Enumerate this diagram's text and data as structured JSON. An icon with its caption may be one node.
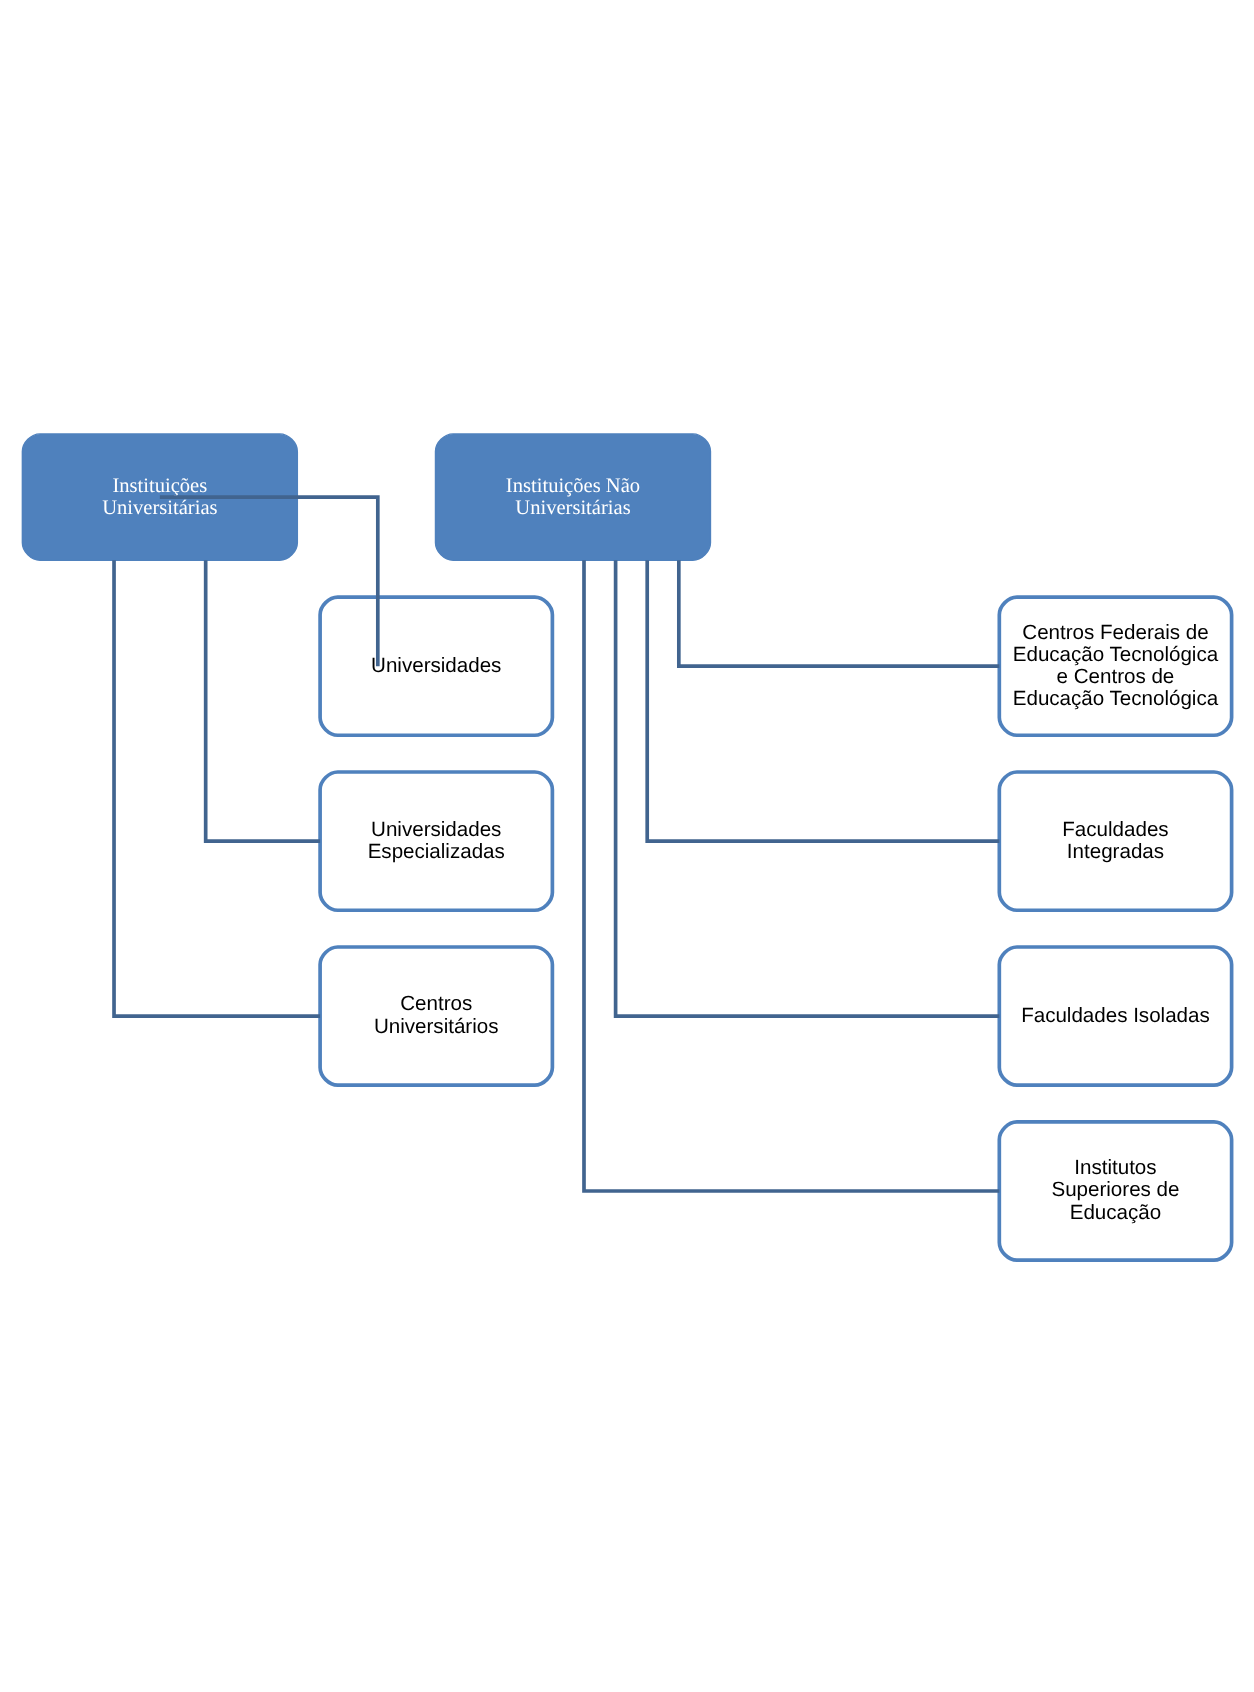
{
  "diagram": {
    "nodes": [
      {
        "text": [
          "Instituições Universitárias"
        ]
      },
      {
        "text": [
          "Universidades"
        ]
      },
      {
        "text": [
          "Universidades Especializadas"
        ]
      },
      {
        "text": [
          "Centros Universitários"
        ]
      },
      {
        "text": [
          "Instituições Não Universitárias"
        ]
      },
      {
        "text": [
          "Centros Federais de Educação Tecnológica e Centros de Educação Tecnológica"
        ]
      },
      {
        "text": [
          "Faculdades Integradas"
        ]
      },
      {
        "text": [
          "Faculdades Isoladas"
        ]
      },
      {
        "text": [
          "Institutos Superiores de Educação"
        ]
      }
    ],
    "edges": [
      {
        "from": 0,
        "to": 1,
        "arrow": "none"
      },
      {
        "from": 0,
        "to": 2,
        "arrow": "none"
      },
      {
        "from": 0,
        "to": 3,
        "arrow": "none"
      },
      {
        "from": 4,
        "to": 5,
        "arrow": "none"
      },
      {
        "from": 4,
        "to": 6,
        "arrow": "none"
      },
      {
        "from": 4,
        "to": 7,
        "arrow": "none"
      },
      {
        "from": 4,
        "to": 8,
        "arrow": "none"
      }
    ]
  }
}
